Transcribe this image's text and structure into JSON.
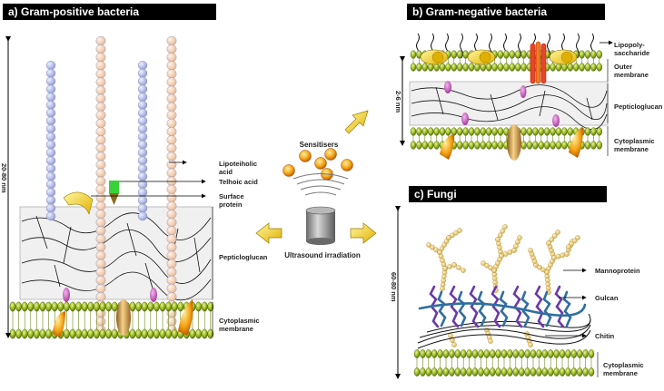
{
  "panel_a": {
    "title": "a) Gram-positive bacteria",
    "scale": "20-80 nm",
    "labels": {
      "lipoteichoic": "Lipoteiholic acid",
      "teichoic": "Telhoic acid",
      "surface_protein": "Surface protein",
      "peptidoglycan": "Pepticloglucan",
      "membrane": "Cytoplasmic membrane"
    }
  },
  "panel_b": {
    "title": "b) Gram-negative bacteria",
    "scale": "2-6 nm",
    "labels": {
      "lps": "Lipopoly-saccharide",
      "outer_membrane": "Outer membrane",
      "peptidoglycan": "Pepticloglucan",
      "membrane": "Cytoplasmic membrane"
    }
  },
  "panel_c": {
    "title": "c) Fungi",
    "scale": "60-80 nm",
    "labels": {
      "mannoprotein": "Mannoprotein",
      "glucan": "Gulcan",
      "chitin": "Chitin",
      "membrane": "Cytoplasmic membrane"
    }
  },
  "center": {
    "sensitisers": "Sensitisers",
    "ultrasound": "Ultrasound irradiation"
  },
  "colors": {
    "header_bg": "#000000",
    "bilayer_green": "#8fae1b",
    "bead_blue": "#aab4e0",
    "bead_peach": "#f4cdb0",
    "arrow_yellow": "#f3c400",
    "protein_magenta": "#c04fb8",
    "protein_orange": "#e0a050"
  }
}
